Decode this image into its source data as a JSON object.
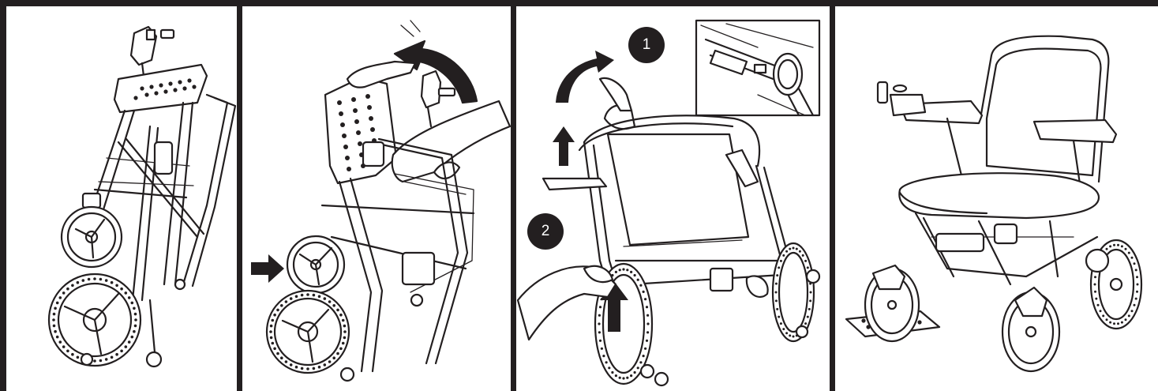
{
  "figure": {
    "panels": [
      {
        "step": "folded-wheelchair"
      },
      {
        "step": "lift-backrest"
      },
      {
        "step": "push-frame-open"
      },
      {
        "step": "unfolded-wheelchair"
      }
    ],
    "step_badges": {
      "badge_1": "1",
      "badge_2": "2"
    },
    "colors": {
      "line": "#231f20",
      "background": "#ffffff"
    }
  }
}
